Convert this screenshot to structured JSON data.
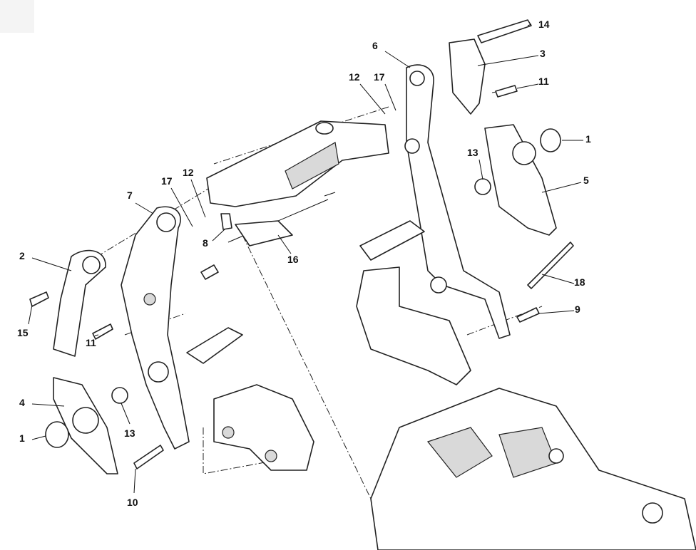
{
  "diagram": {
    "type": "exploded-parts-view",
    "callouts": [
      "14",
      "6",
      "3",
      "12",
      "17",
      "11",
      "1",
      "13",
      "5",
      "12",
      "17",
      "7",
      "8",
      "16",
      "2",
      "18",
      "9",
      "15",
      "11",
      "4",
      "1",
      "13",
      "10"
    ]
  }
}
